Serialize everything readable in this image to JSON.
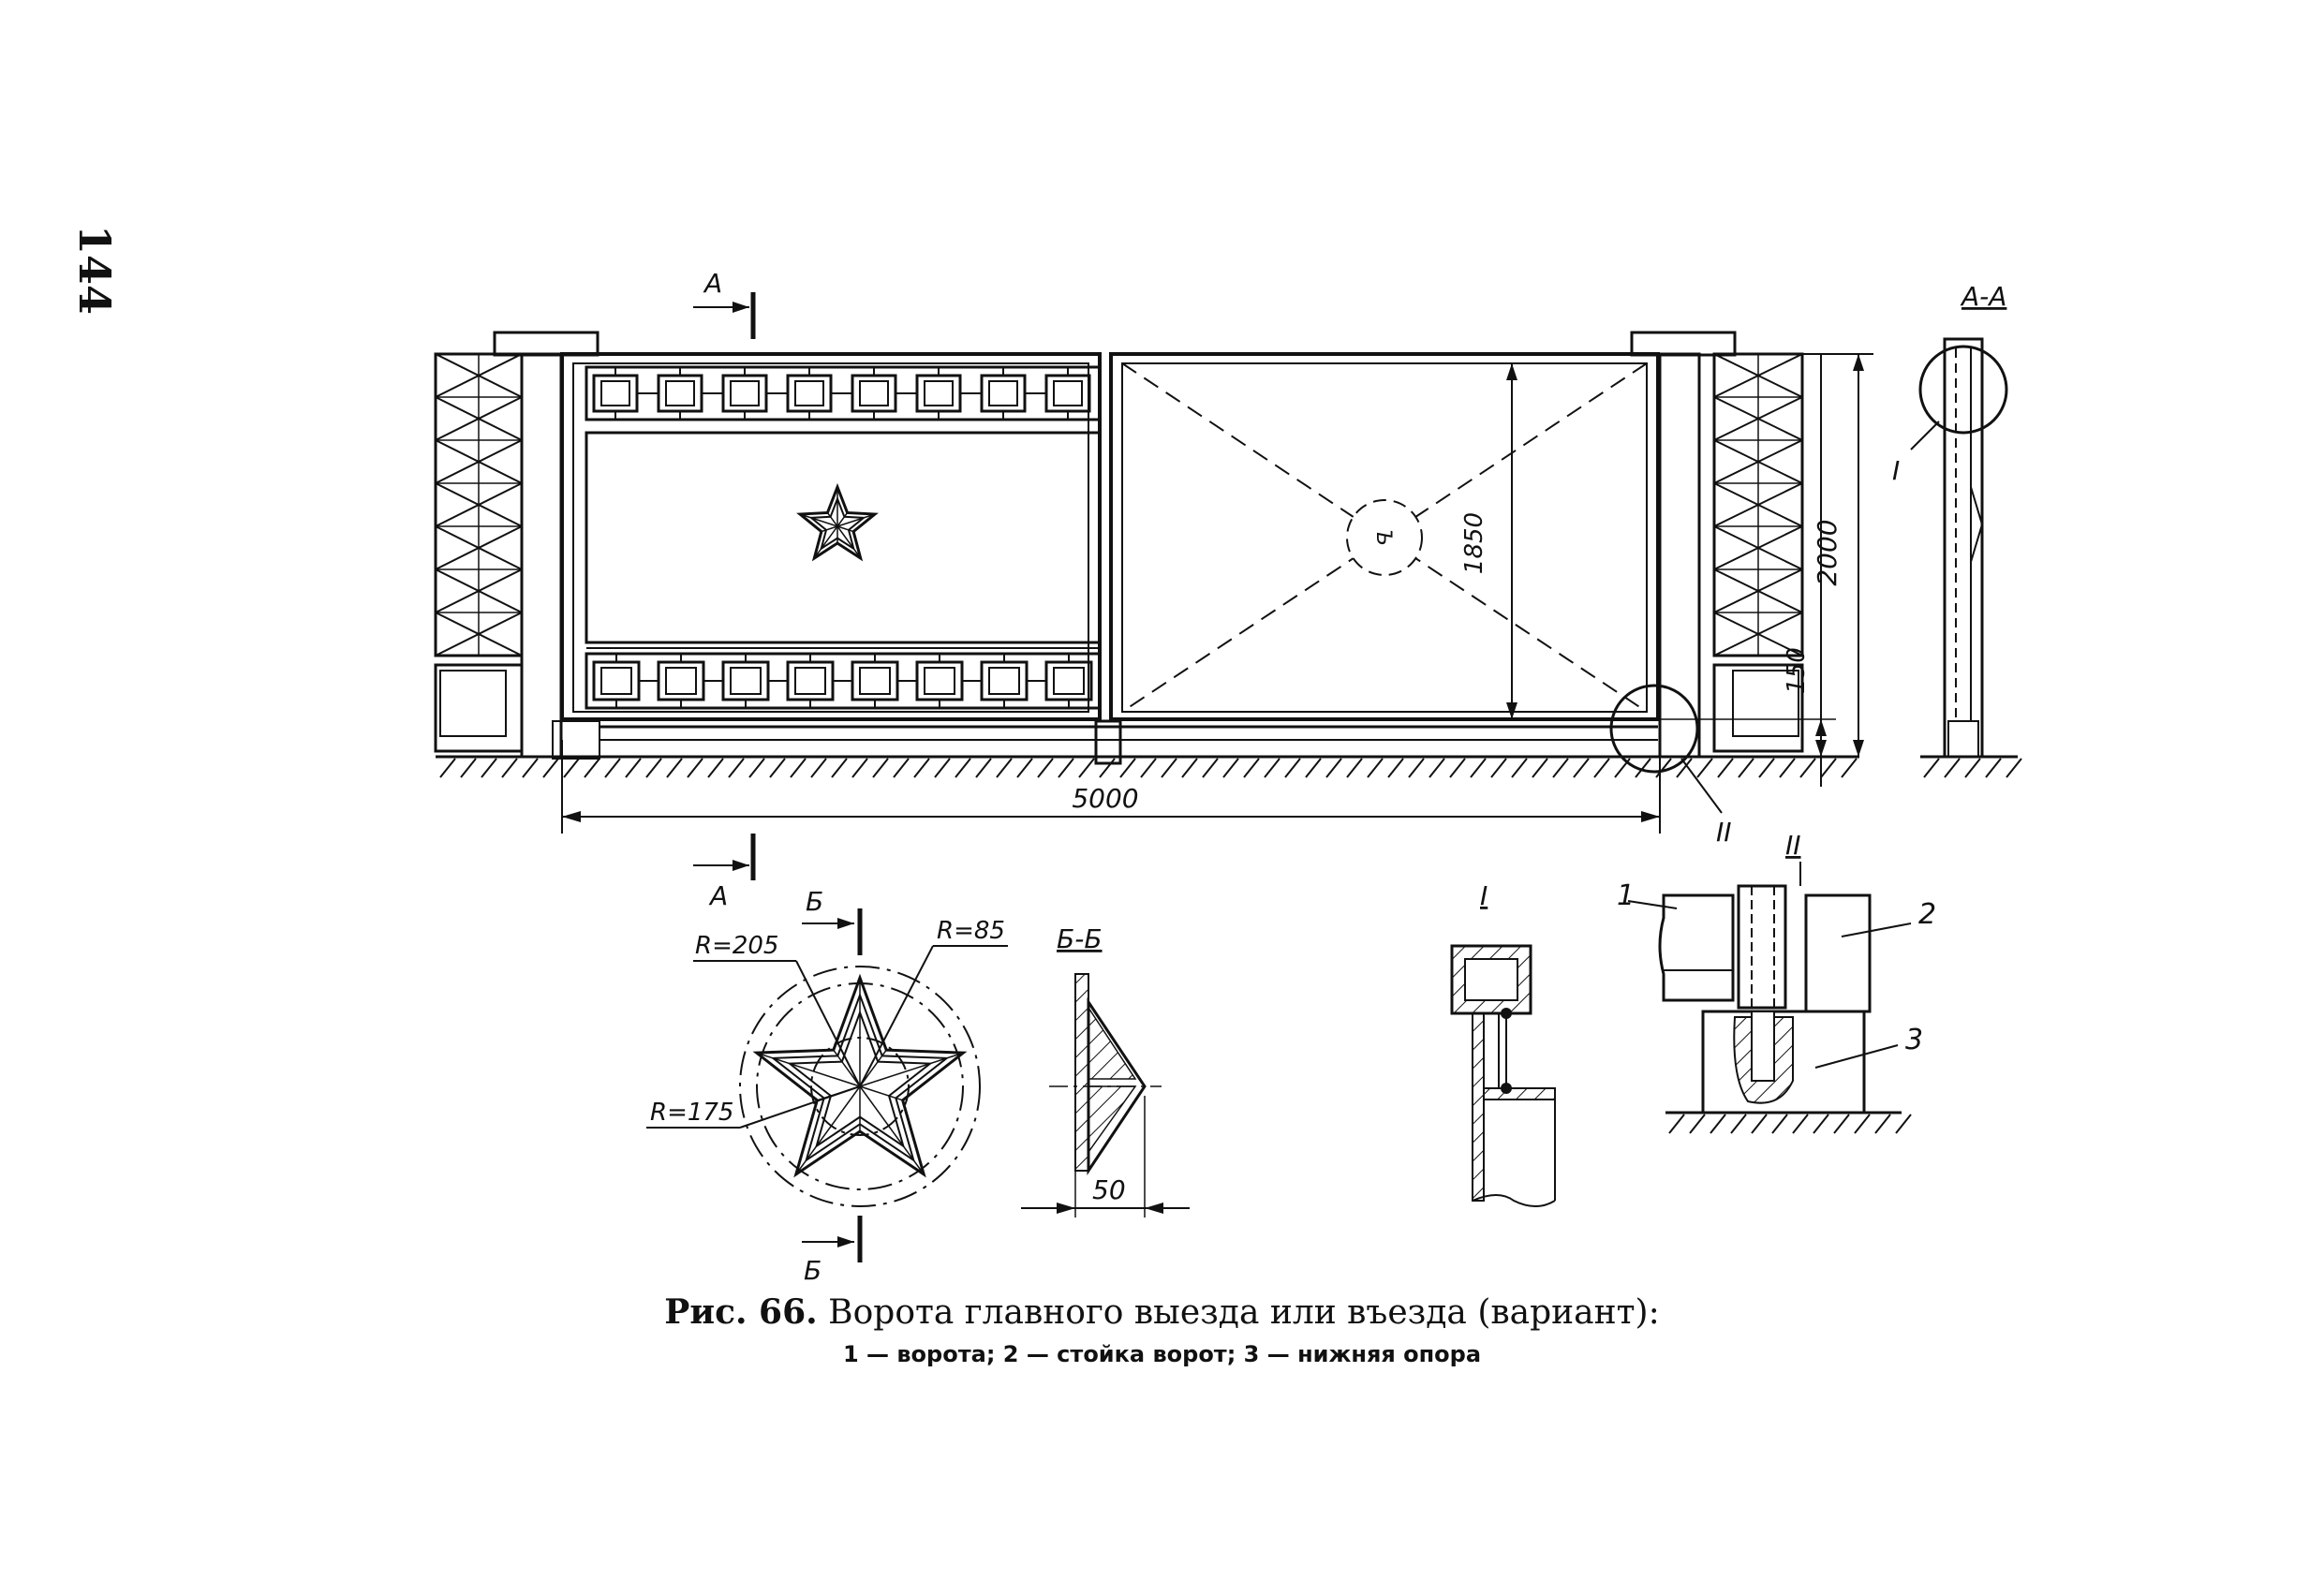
{
  "page_number": "144",
  "caption": {
    "figure": "Рис. 66.",
    "title": "Ворота главного выезда или въезда (вариант):",
    "legend": "1 — ворота; 2 — стойка ворот; 3 — нижняя опора"
  },
  "section_marks": {
    "a_top": "А",
    "a_bottom": "А",
    "b_top": "Б",
    "b_bottom": "Б"
  },
  "view_titles": {
    "section_aa": "А-А",
    "section_bb": "Б-Б",
    "detail_1": "I",
    "detail_2": "II"
  },
  "detail_callouts": {
    "callout_1": "I",
    "callout_2": "II"
  },
  "dimensions": {
    "width": "5000",
    "height_total": "2000",
    "height_leaf": "1850",
    "gap_bottom": "150",
    "star_depth": "50"
  },
  "radii": {
    "outer": "R=205",
    "middle": "R=175",
    "inner": "R=85"
  },
  "part_numbers": {
    "gate": "1",
    "post": "2",
    "support": "3"
  }
}
